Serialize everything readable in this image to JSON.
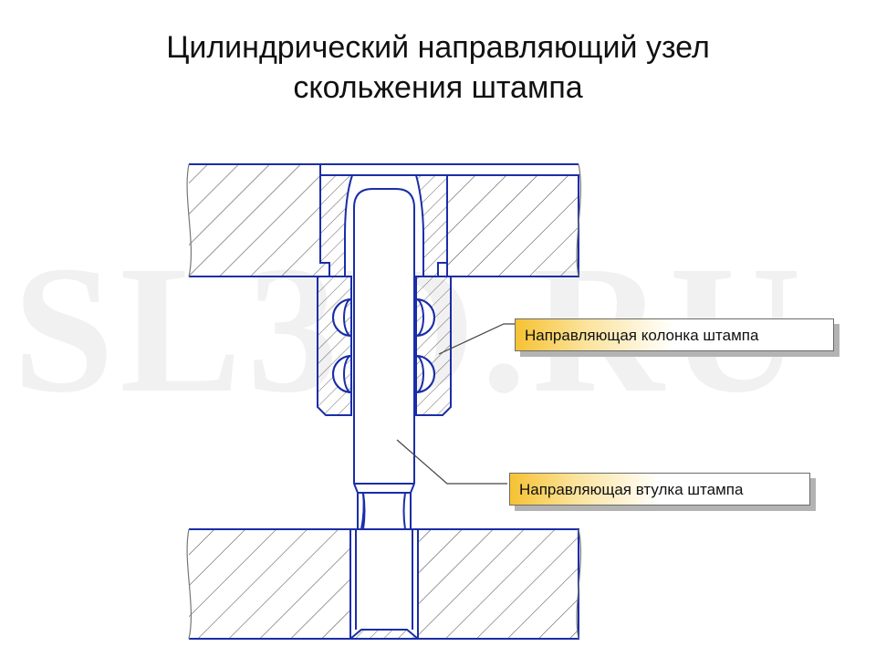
{
  "title": {
    "line1": "Цилиндрический направляющий узел",
    "line2": "скольжения штампа"
  },
  "watermark": "SL3D.RU",
  "callouts": {
    "column_label": "Направляющая колонка штампа",
    "bushing_label": "Направляющая втулка штампа"
  },
  "colors": {
    "outline": "#1a2ea8",
    "hatch": "#4d4d4d",
    "leader": "#444444",
    "label_gradient": "#f6c233"
  }
}
